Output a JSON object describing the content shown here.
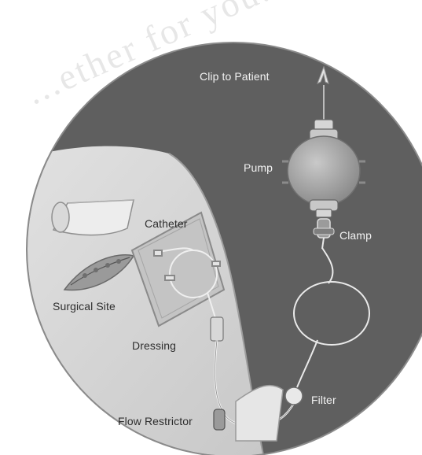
{
  "background_text": "...ether for you...",
  "labels": {
    "clip": "Clip to Patient",
    "pump": "Pump",
    "clamp": "Clamp",
    "catheter": "Catheter",
    "surgical_site": "Surgical Site",
    "dressing": "Dressing",
    "filter": "Filter",
    "flow_restrictor": "Flow Restrictor"
  },
  "colors": {
    "dark_region": "#5f5f5f",
    "skin_region": "#d4d4d4",
    "pump_body": "#a9a9a9",
    "label_light": "#f2f2f2",
    "label_dark": "#2e2e2e"
  }
}
